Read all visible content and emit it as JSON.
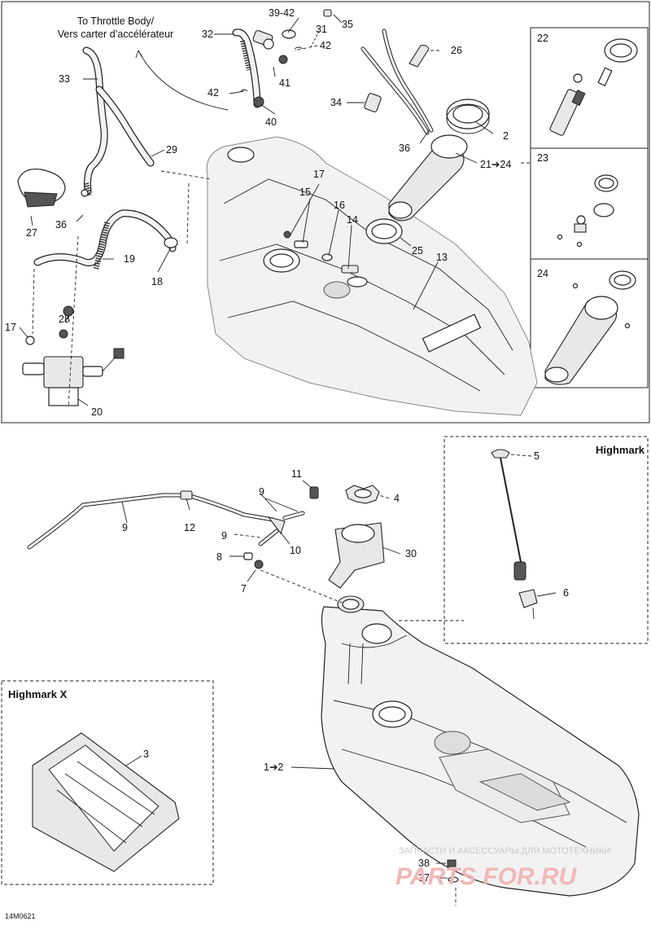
{
  "diagram_code": "14M0621",
  "throttle_note": {
    "line1": "To Throttle Body/",
    "line2": "Vers carter d’accélérateur"
  },
  "highmark_title": "Highmark",
  "highmark_x_title": "Highmark X",
  "callouts": {
    "c1_2": "1➔2",
    "c2": "2",
    "c3": "3",
    "c4": "4",
    "c5": "5",
    "c6": "6",
    "c7": "7",
    "c8": "8",
    "c9a": "9",
    "c9b": "9",
    "c9c": "9",
    "c10": "10",
    "c11": "11",
    "c12": "12",
    "c13": "13",
    "c14": "14",
    "c15": "15",
    "c16": "16",
    "c17a": "17",
    "c17b": "17",
    "c18": "18",
    "c19": "19",
    "c20": "20",
    "c21_24": "21➔24",
    "c22": "22",
    "c23": "23",
    "c24": "24",
    "c25": "25",
    "c26": "26",
    "c27": "27",
    "c28": "28",
    "c29": "29",
    "c30": "30",
    "c31": "31",
    "c32": "32",
    "c33": "33",
    "c34": "34",
    "c35": "35",
    "c36a": "36",
    "c36b": "36",
    "c37": "37",
    "c38": "38",
    "c39_42": "39-42",
    "c40": "40",
    "c41": "41",
    "c42a": "42",
    "c42b": "42"
  },
  "watermark": {
    "line1": "ЗАПЧАСТИ И АКСЕССУАРЫ ДЛЯ МОТОТЕХНИКИ",
    "line2": "PARTS FOR.RU"
  }
}
